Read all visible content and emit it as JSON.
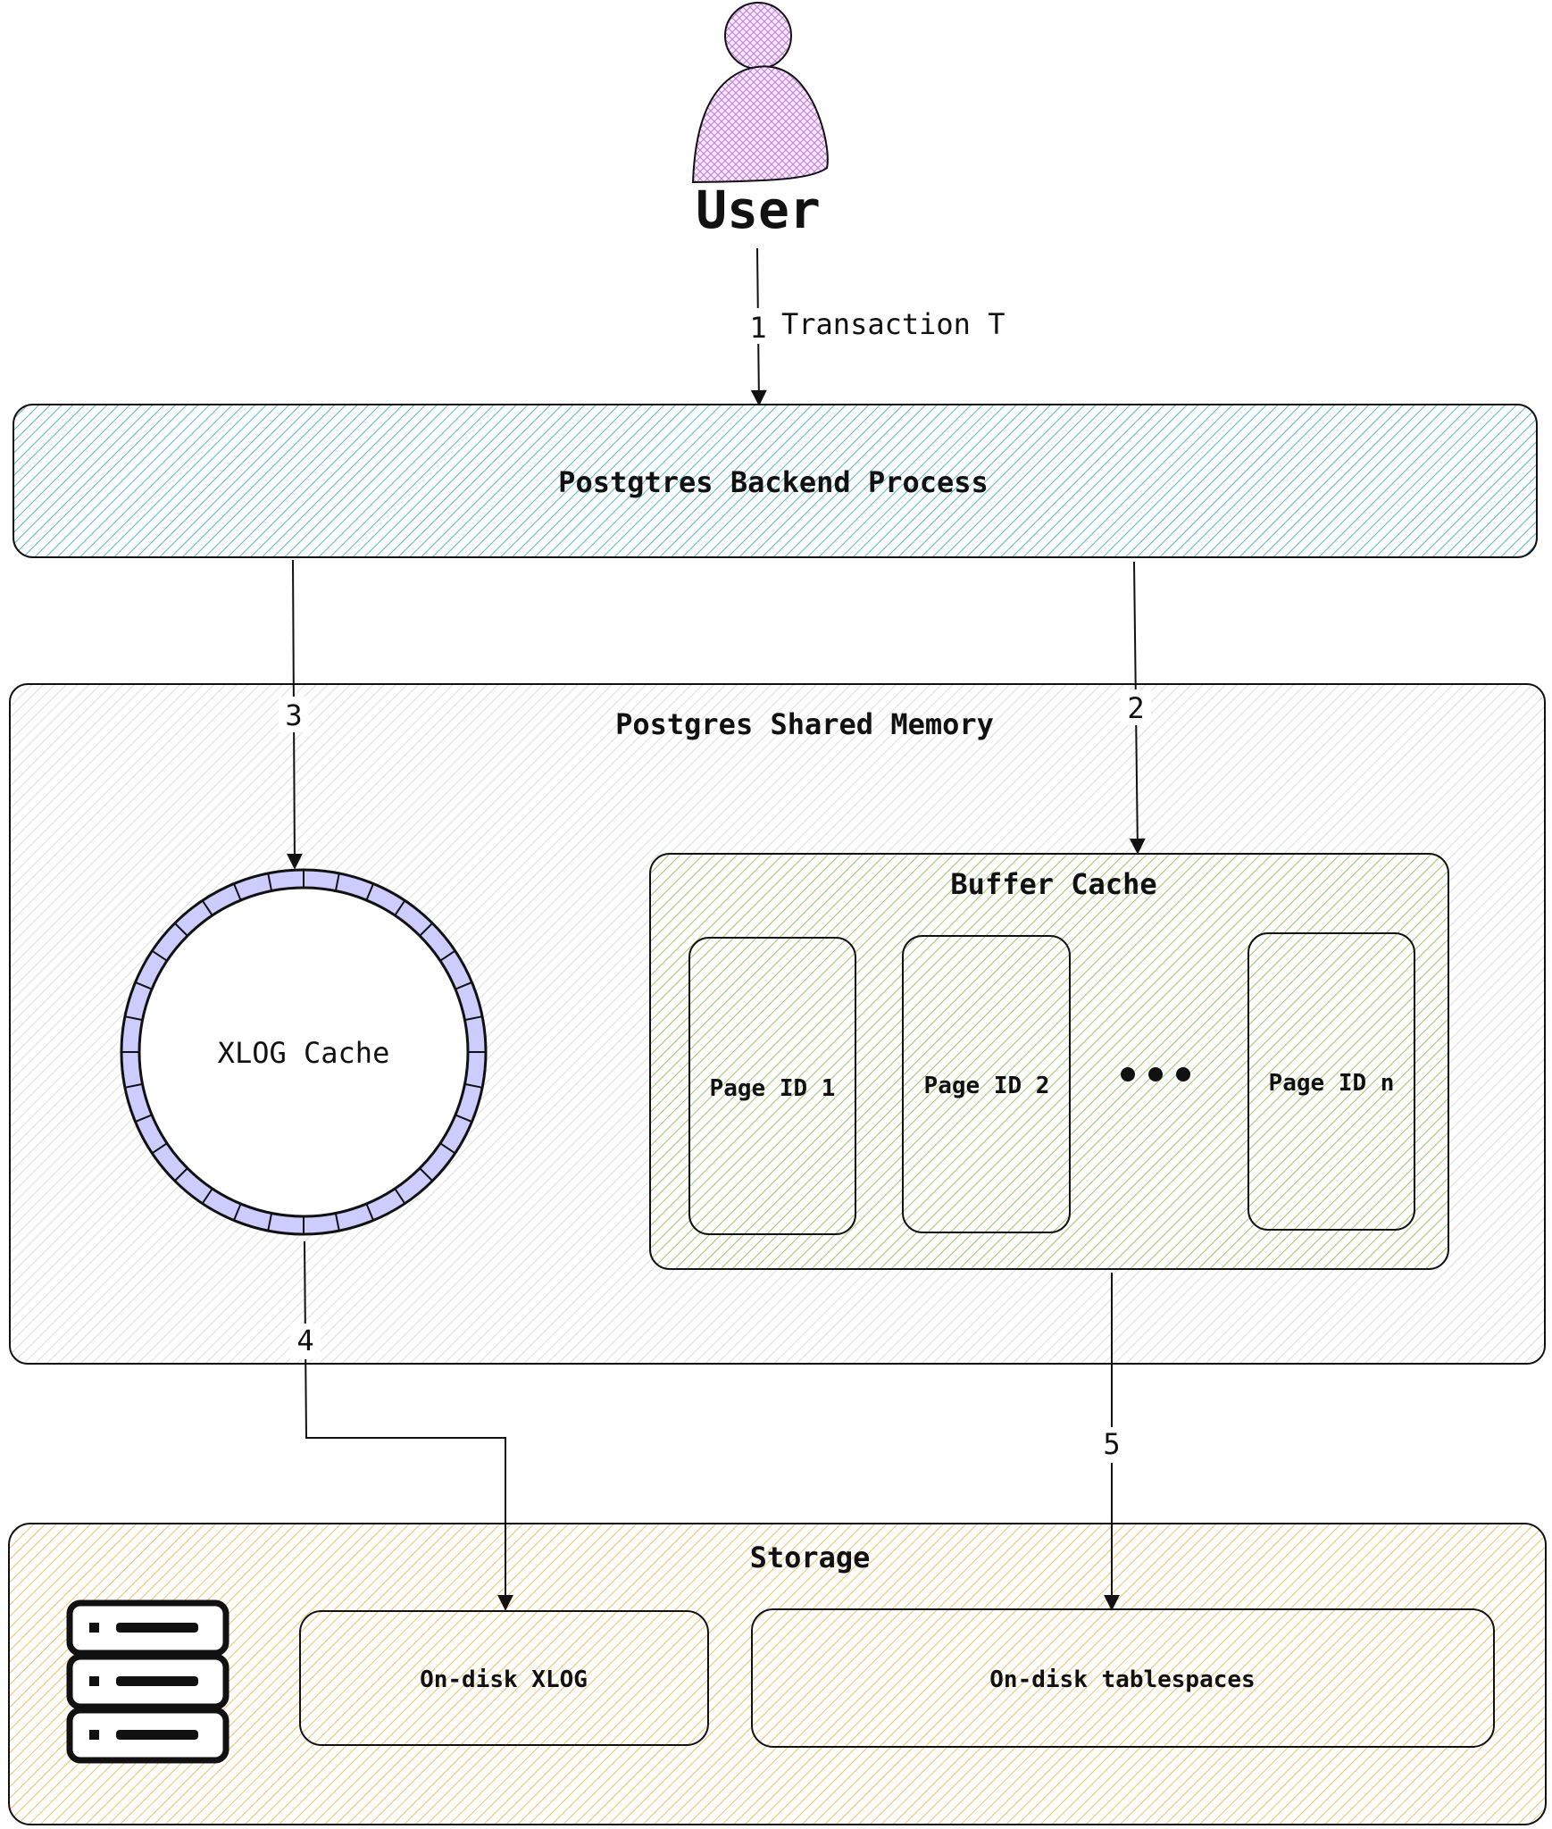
{
  "diagram": {
    "user": {
      "label": "User"
    },
    "edges": {
      "e1": {
        "step": "1",
        "label": "Transaction T"
      },
      "e2": {
        "step": "2"
      },
      "e3": {
        "step": "3"
      },
      "e4": {
        "step": "4"
      },
      "e5": {
        "step": "5"
      }
    },
    "backend": {
      "label": "Postgtres Backend Process"
    },
    "shared_memory": {
      "label": "Postgres Shared Memory",
      "xlog_cache": {
        "label": "XLOG Cache"
      },
      "buffer_cache": {
        "label": "Buffer Cache",
        "pages": [
          "Page ID 1",
          "Page ID 2",
          "Page ID n"
        ]
      }
    },
    "storage": {
      "label": "Storage",
      "xlog": {
        "label": "On-disk XLOG"
      },
      "tablespaces": {
        "label": "On-disk tablespaces"
      }
    },
    "colors": {
      "user": "#d59be6",
      "backend": "#58b7bd",
      "shared_memory": "#c9c9c9",
      "buffer_cache": "#9dc56e",
      "storage": "#e8c46a",
      "xlog_ring": "#ccccff",
      "stroke": "#111111"
    }
  }
}
